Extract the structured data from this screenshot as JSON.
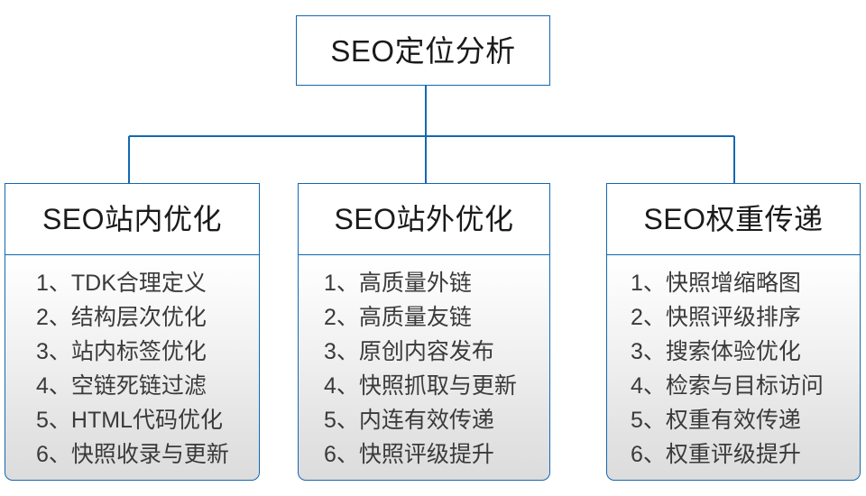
{
  "diagram": {
    "type": "org-chart",
    "accent_color": "#1268b3",
    "title_color": "#1a1a1a",
    "item_color": "#3a3a3a",
    "body_gradient_from": "#ffffff",
    "body_gradient_to": "#dcdcdc",
    "root": {
      "label": "SEO定位分析"
    },
    "branches": [
      {
        "header": "SEO站内优化",
        "items": [
          "1、TDK合理定义",
          "2、结构层次优化",
          "3、站内标签优化",
          "4、空链死链过滤",
          "5、HTML代码优化",
          "6、快照收录与更新"
        ]
      },
      {
        "header": "SEO站外优化",
        "items": [
          "1、高质量外链",
          "2、高质量友链",
          "3、原创内容发布",
          "4、快照抓取与更新",
          "5、内连有效传递",
          "6、快照评级提升"
        ]
      },
      {
        "header": "SEO权重传递",
        "items": [
          "1、快照增缩略图",
          "2、快照评级排序",
          "3、搜索体验优化",
          "4、检索与目标访问",
          "5、权重有效传递",
          "6、权重评级提升"
        ]
      }
    ]
  }
}
